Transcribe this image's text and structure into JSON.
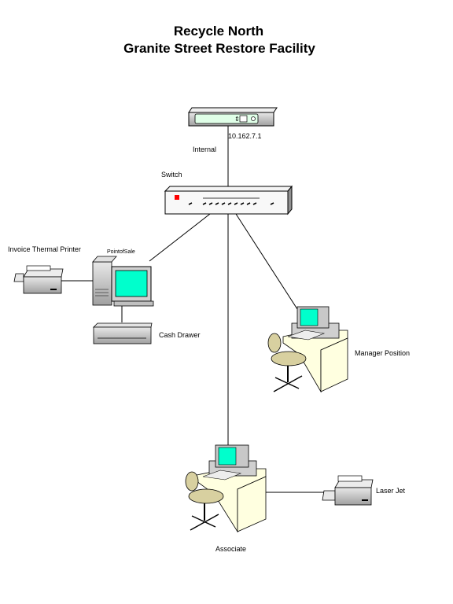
{
  "title": {
    "line1": "Recycle North",
    "line2": "Granite Street Restore Facility"
  },
  "labels": {
    "ip": "10.162.7.1",
    "internal": "Internal",
    "switch": "Switch",
    "printer": "Invoice Thermal Printer",
    "pos": "PointofSale",
    "cash_drawer": "Cash Drawer",
    "manager": "Manager Position",
    "associate": "Associate",
    "laserjet": "Laser Jet"
  },
  "colors": {
    "screen": "#00ffcc",
    "desk": "#ffffe0",
    "chair": "#d8d0a0",
    "device_gray": "#c8c8c8",
    "router_face": "#e0ffe8",
    "switch_led": "#ff0000"
  }
}
